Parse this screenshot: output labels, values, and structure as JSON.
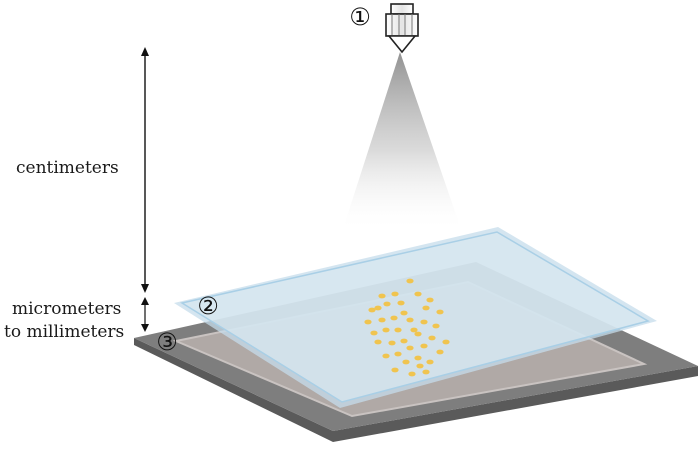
{
  "labels": {
    "top_scale": "centimeters",
    "bottom_scale_line1": "micrometers",
    "bottom_scale_line2": "to millimeters"
  },
  "markers": {
    "nozzle": "①",
    "top_sheet": "②",
    "base_plate": "③"
  },
  "colors": {
    "base_plate": "#7e7e7e",
    "base_inner": "#b0a9a6",
    "top_sheet_edge": "#a9cfe6",
    "top_sheet_fill": "#d8e7f0",
    "droplets": "#f0c44f",
    "nozzle_spray": "#9a9a9a"
  }
}
